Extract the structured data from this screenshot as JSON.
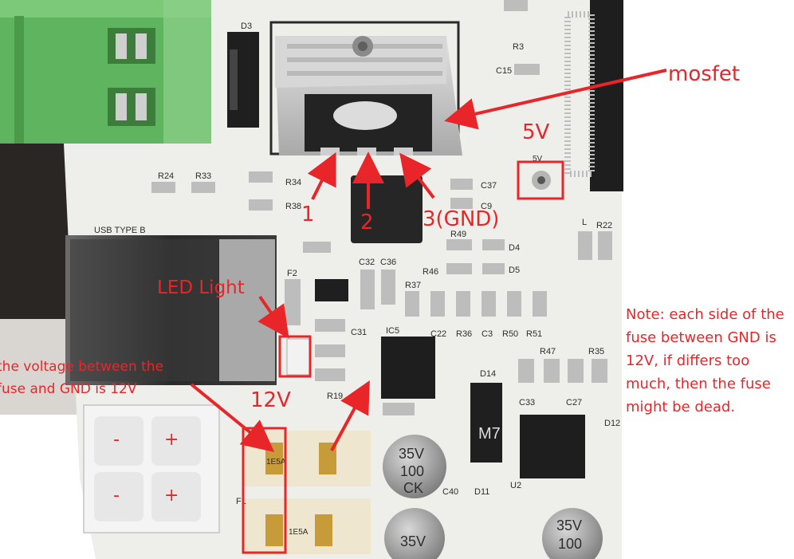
{
  "labels": {
    "mosfet": "mosfet",
    "pin1": "1",
    "pin2": "2",
    "pin3": "3(GND)",
    "five_v": "5V",
    "led_light": "LED Light",
    "twelve_v": "12V",
    "volt_note": "the voltage between the fuse and  GND is 12V",
    "fuse_note": "Note: each side of the fuse between GND is 12V, if differs too much, then the fuse might be dead."
  },
  "silkscreen": {
    "usb_type_b": "USB TYPE B",
    "f2": "F2",
    "f1": "F1",
    "r24": "R24",
    "r33": "R33",
    "r34": "R34",
    "r38": "R38",
    "r3": "R3",
    "c15": "C15",
    "c37": "C37",
    "c9": "C9",
    "r49": "R49",
    "r46": "R46",
    "d4": "D4",
    "d5": "D5",
    "c32": "C32",
    "c36": "C36",
    "r37": "R37",
    "c31": "C31",
    "c22": "C22",
    "r36": "R36",
    "c3": "C3",
    "r50": "R50",
    "r51": "R51",
    "r47": "R47",
    "r35": "R35",
    "d14": "D14",
    "c33": "C33",
    "c27": "C27",
    "d12": "D12",
    "r19": "R19",
    "l": "L",
    "r22": "R22",
    "d3": "D3",
    "d11": "D11",
    "c40": "C40",
    "u2": "U2",
    "ic5": "IC5",
    "fuse_code": "1E5A",
    "diode_code": "M7",
    "cap_top_a": "35V",
    "cap_mid_a": "100",
    "cap_bot_a": "CK",
    "cap_top_b": "35V",
    "cap_mid_b": "100",
    "minus": "-",
    "plus": "+",
    "five_v_pad": "5V"
  },
  "colors": {
    "annotation": "#e8262a",
    "board": "#eeeeea",
    "terminal_green": "#5fb55f",
    "heatsink": "#c9c9c9",
    "chip": "#1e1e1e",
    "fuse_body": "#efe6d0",
    "fuse_cap": "#c79a3a",
    "capacitor": "#9c9c9c"
  }
}
